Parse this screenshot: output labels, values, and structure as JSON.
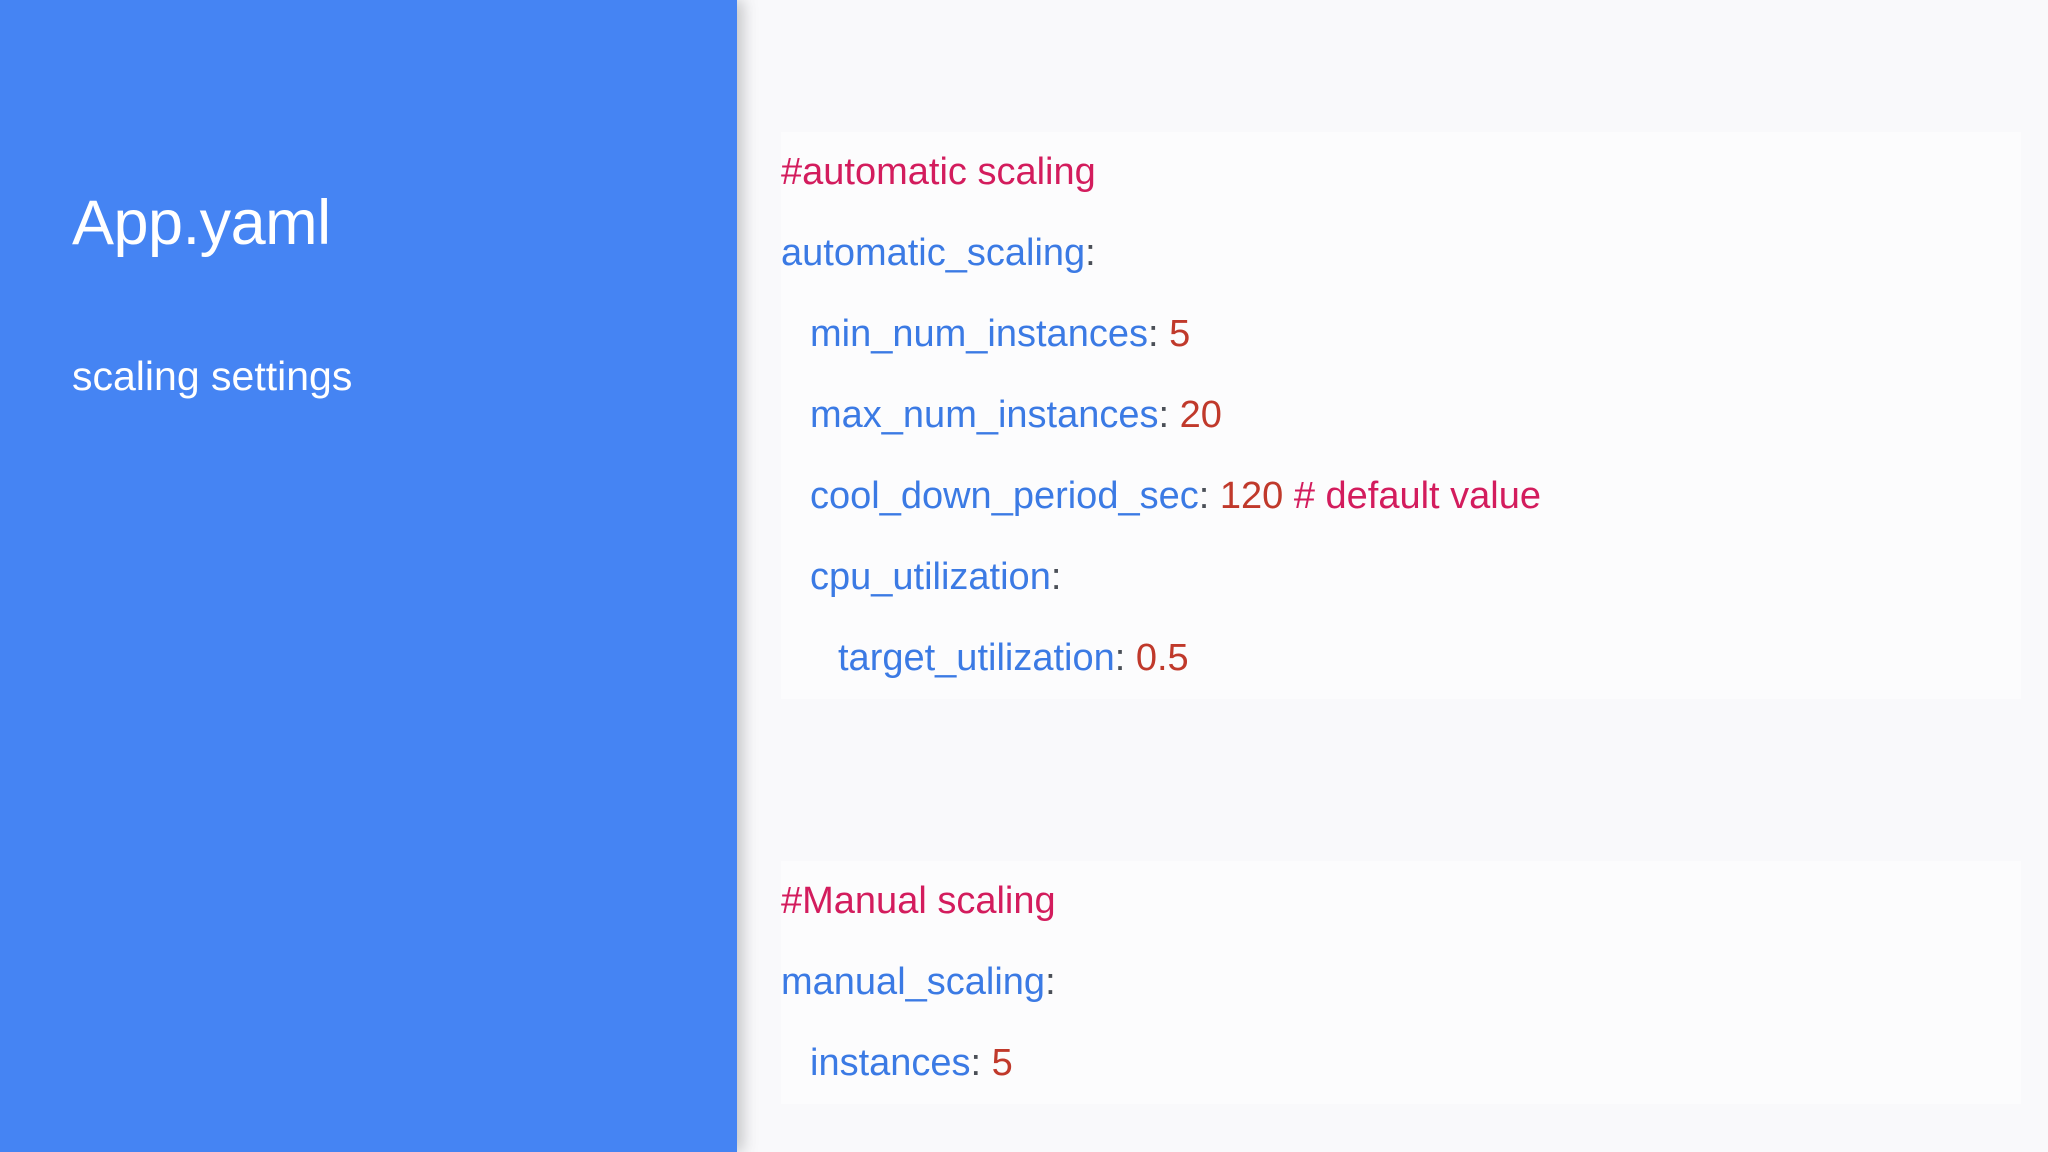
{
  "slide": {
    "background_color": "#f9f9fb",
    "accent_color": "#4584f3"
  },
  "sidebar": {
    "background_color": "#4584f3",
    "title": "App.yaml",
    "subtitle": "scaling settings",
    "text_color": "#ffffff"
  },
  "code": {
    "language": "yaml",
    "colors": {
      "comment": "#d31c5d",
      "key": "#3b7ae4",
      "punctuation": "#4a4f57",
      "value": "#c0392b",
      "line_background": "#fbfbfc"
    },
    "lines": [
      {
        "indent": 0,
        "tokens": [
          {
            "type": "comment",
            "text": "#automatic scaling"
          }
        ]
      },
      {
        "indent": 0,
        "tokens": [
          {
            "type": "key",
            "text": "automatic_scaling"
          },
          {
            "type": "punct",
            "text": ":"
          }
        ]
      },
      {
        "indent": 1,
        "tokens": [
          {
            "type": "key",
            "text": "min_num_instances"
          },
          {
            "type": "punct",
            "text": ":"
          },
          {
            "type": "space",
            "text": " "
          },
          {
            "type": "value",
            "text": "5"
          }
        ]
      },
      {
        "indent": 1,
        "tokens": [
          {
            "type": "key",
            "text": "max_num_instances"
          },
          {
            "type": "punct",
            "text": ":"
          },
          {
            "type": "space",
            "text": " "
          },
          {
            "type": "value",
            "text": "20"
          }
        ]
      },
      {
        "indent": 1,
        "tokens": [
          {
            "type": "key",
            "text": "cool_down_period_sec"
          },
          {
            "type": "punct",
            "text": ":"
          },
          {
            "type": "space",
            "text": " "
          },
          {
            "type": "value",
            "text": "120"
          },
          {
            "type": "space",
            "text": " "
          },
          {
            "type": "comment",
            "text": "# default value"
          }
        ]
      },
      {
        "indent": 1,
        "tokens": [
          {
            "type": "key",
            "text": "cpu_utilization"
          },
          {
            "type": "punct",
            "text": ":"
          }
        ]
      },
      {
        "indent": 2,
        "tokens": [
          {
            "type": "key",
            "text": "target_utilization"
          },
          {
            "type": "punct",
            "text": ":"
          },
          {
            "type": "space",
            "text": " "
          },
          {
            "type": "value",
            "text": "0.5"
          }
        ]
      },
      {
        "indent": 0,
        "blank": true,
        "tokens": []
      },
      {
        "indent": 0,
        "blank": true,
        "tokens": []
      },
      {
        "indent": 0,
        "tokens": [
          {
            "type": "comment",
            "text": "#Manual scaling"
          }
        ]
      },
      {
        "indent": 0,
        "tokens": [
          {
            "type": "key",
            "text": "manual_scaling"
          },
          {
            "type": "punct",
            "text": ":"
          }
        ]
      },
      {
        "indent": 1,
        "tokens": [
          {
            "type": "key",
            "text": "instances"
          },
          {
            "type": "punct",
            "text": ":"
          },
          {
            "type": "space",
            "text": " "
          },
          {
            "type": "value",
            "text": "5"
          }
        ]
      }
    ]
  }
}
